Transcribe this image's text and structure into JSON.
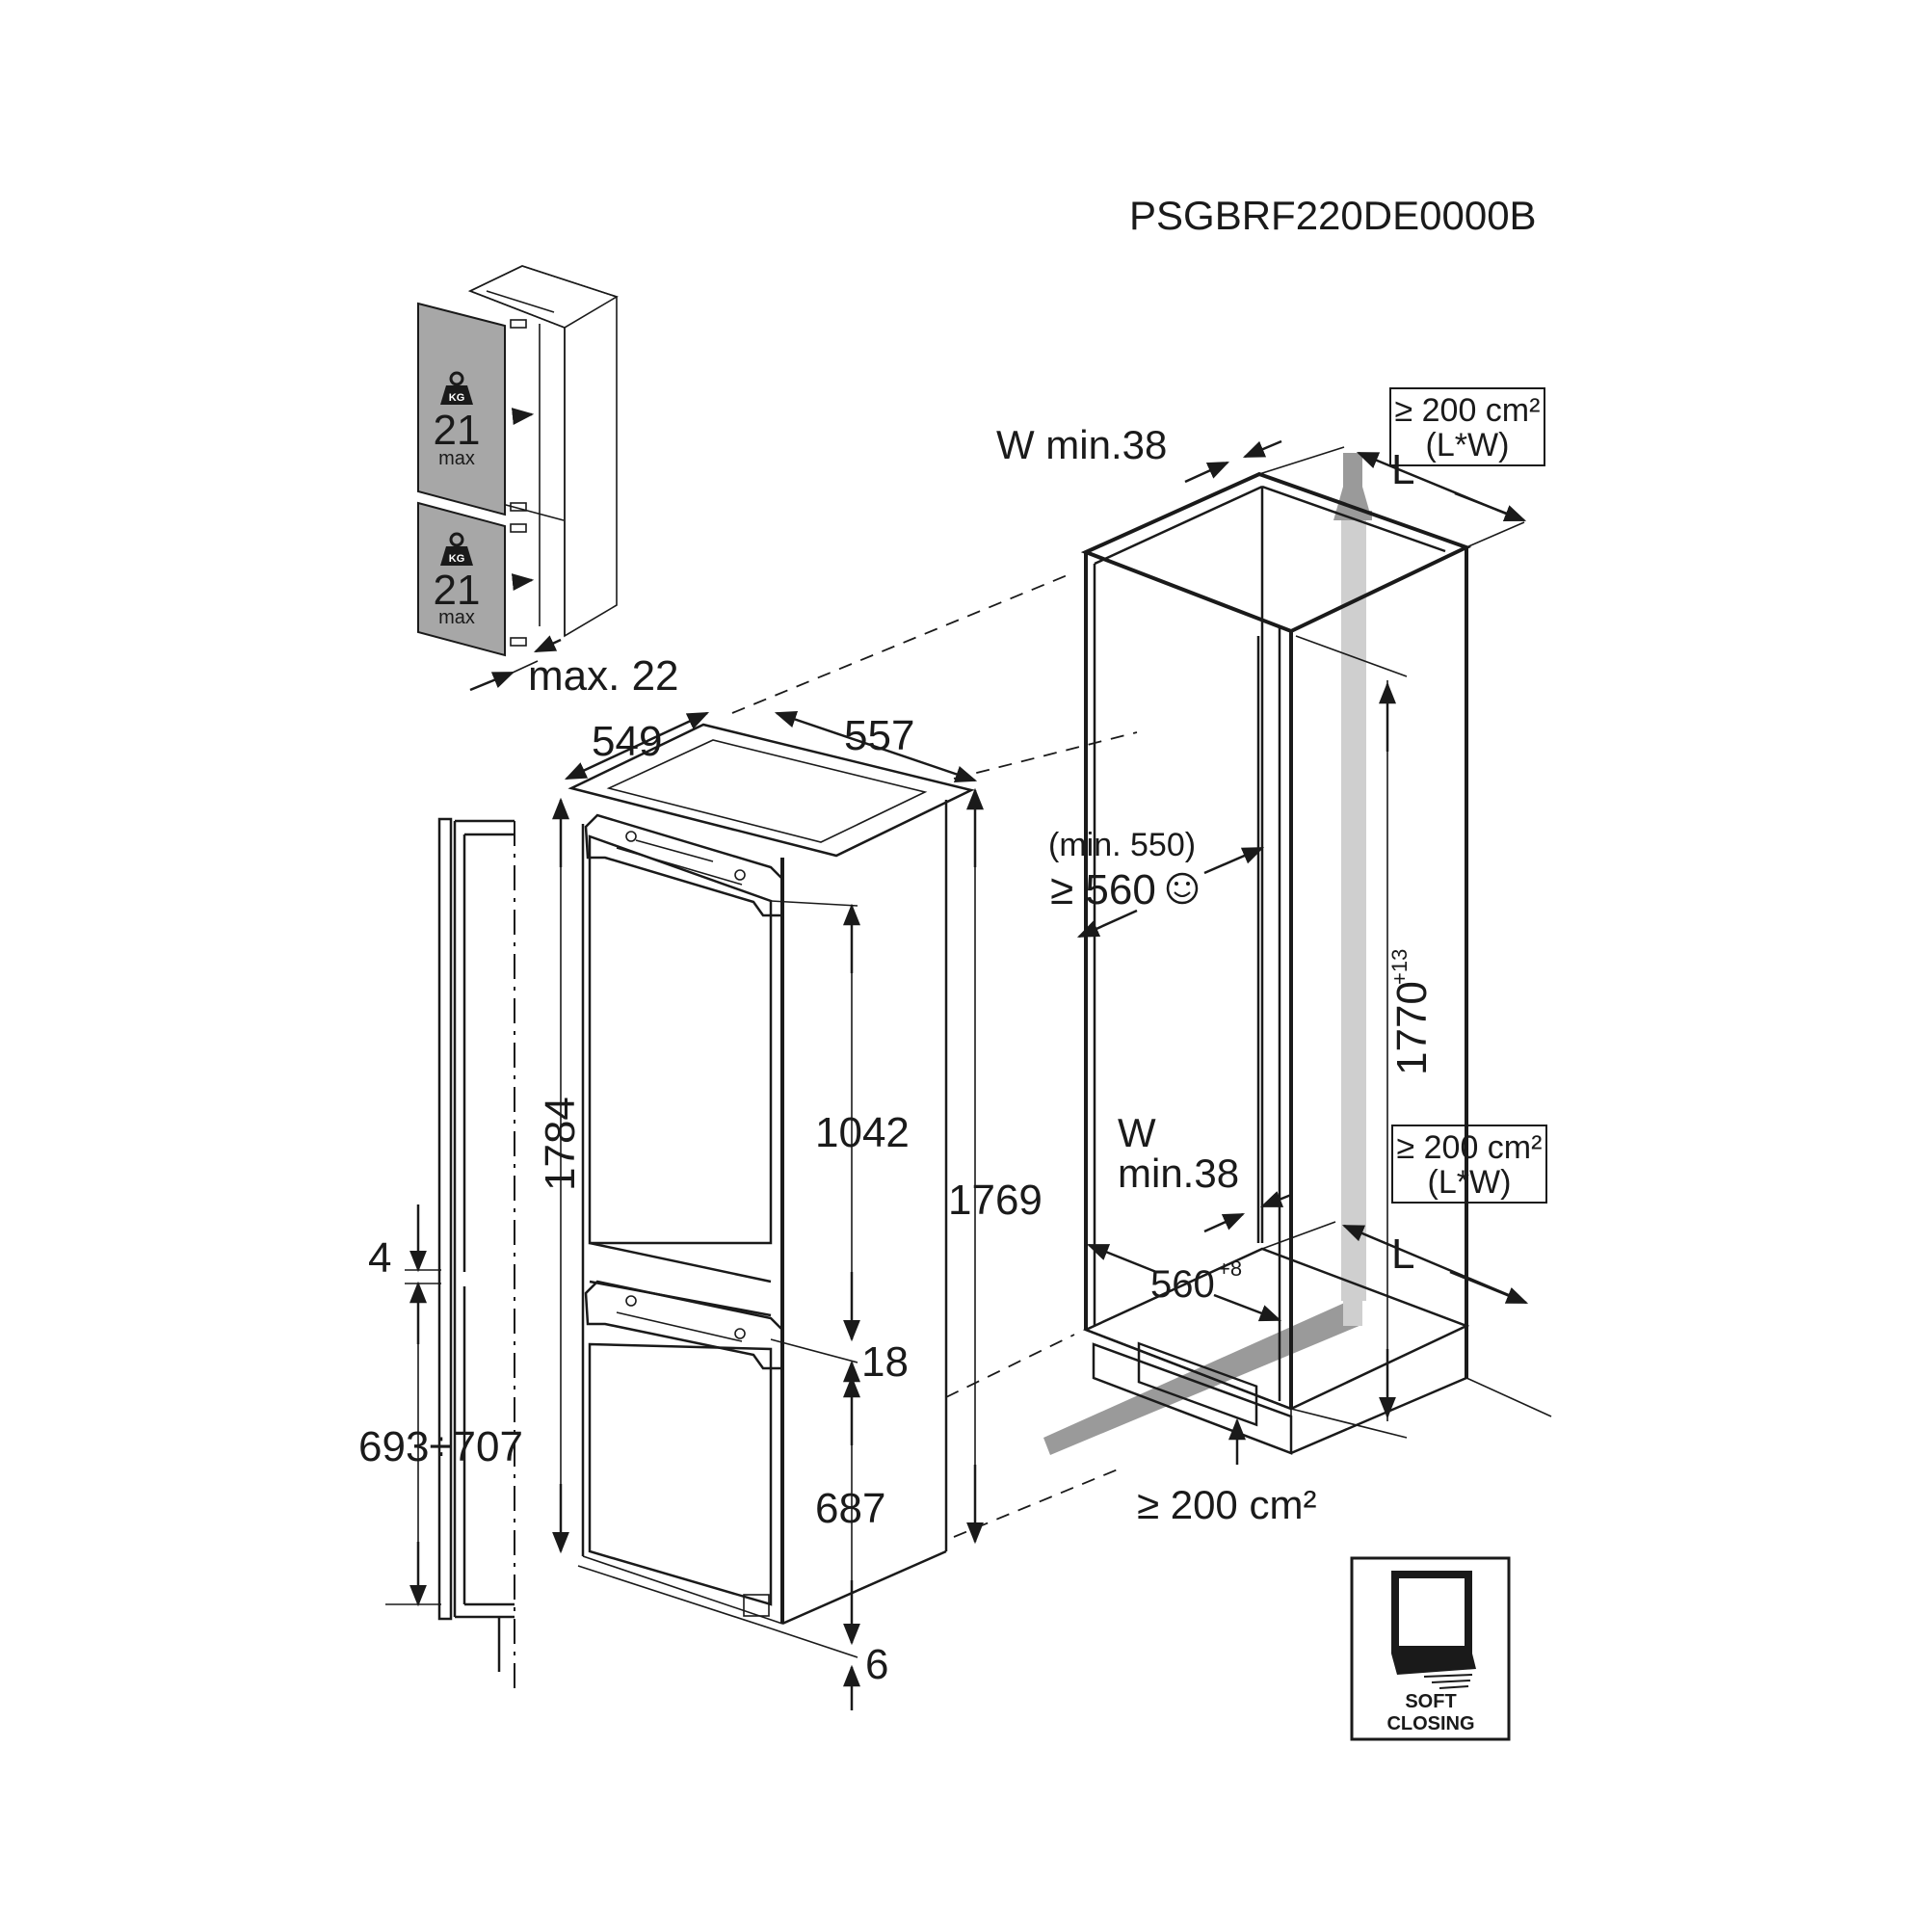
{
  "model_code": "PSGBRF220DE0000B",
  "door_weights": {
    "unit": "KG",
    "upper": {
      "value": "21",
      "suffix": "max"
    },
    "lower": {
      "value": "21",
      "suffix": "max"
    }
  },
  "door_thickness_max": "max. 22",
  "appliance": {
    "width": "549",
    "depth": "557",
    "height_left": "1784",
    "height_right": "1769",
    "fridge_door": "1042",
    "gap_middle": "18",
    "freezer_door": "687",
    "bottom_gap": "6"
  },
  "furniture_door": {
    "gap": "4",
    "lower_door_height": "693÷707"
  },
  "niche": {
    "vent_top": {
      "area": "≥ 200 cm²",
      "formula": "(L*W)"
    },
    "vent_middle": {
      "area": "≥ 200 cm²",
      "formula": "(L*W)"
    },
    "vent_bottom": "≥ 200 cm²",
    "w_min_top": "W min.38",
    "w_label": "W",
    "w_min_lower": "min.38",
    "l_label_top": "L",
    "l_label_lower": "L",
    "depth_min": "(min. 550)",
    "depth_recommended": "≥ 560",
    "height": "1770",
    "height_tolerance": "+13",
    "width": "560",
    "width_tolerance": "+8"
  },
  "soft_closing": {
    "line1": "SOFT",
    "line2": "CLOSING"
  },
  "icons": [
    "weight-icon",
    "smiley-icon",
    "soft-closing-icon",
    "airflow-arrow-icon"
  ]
}
